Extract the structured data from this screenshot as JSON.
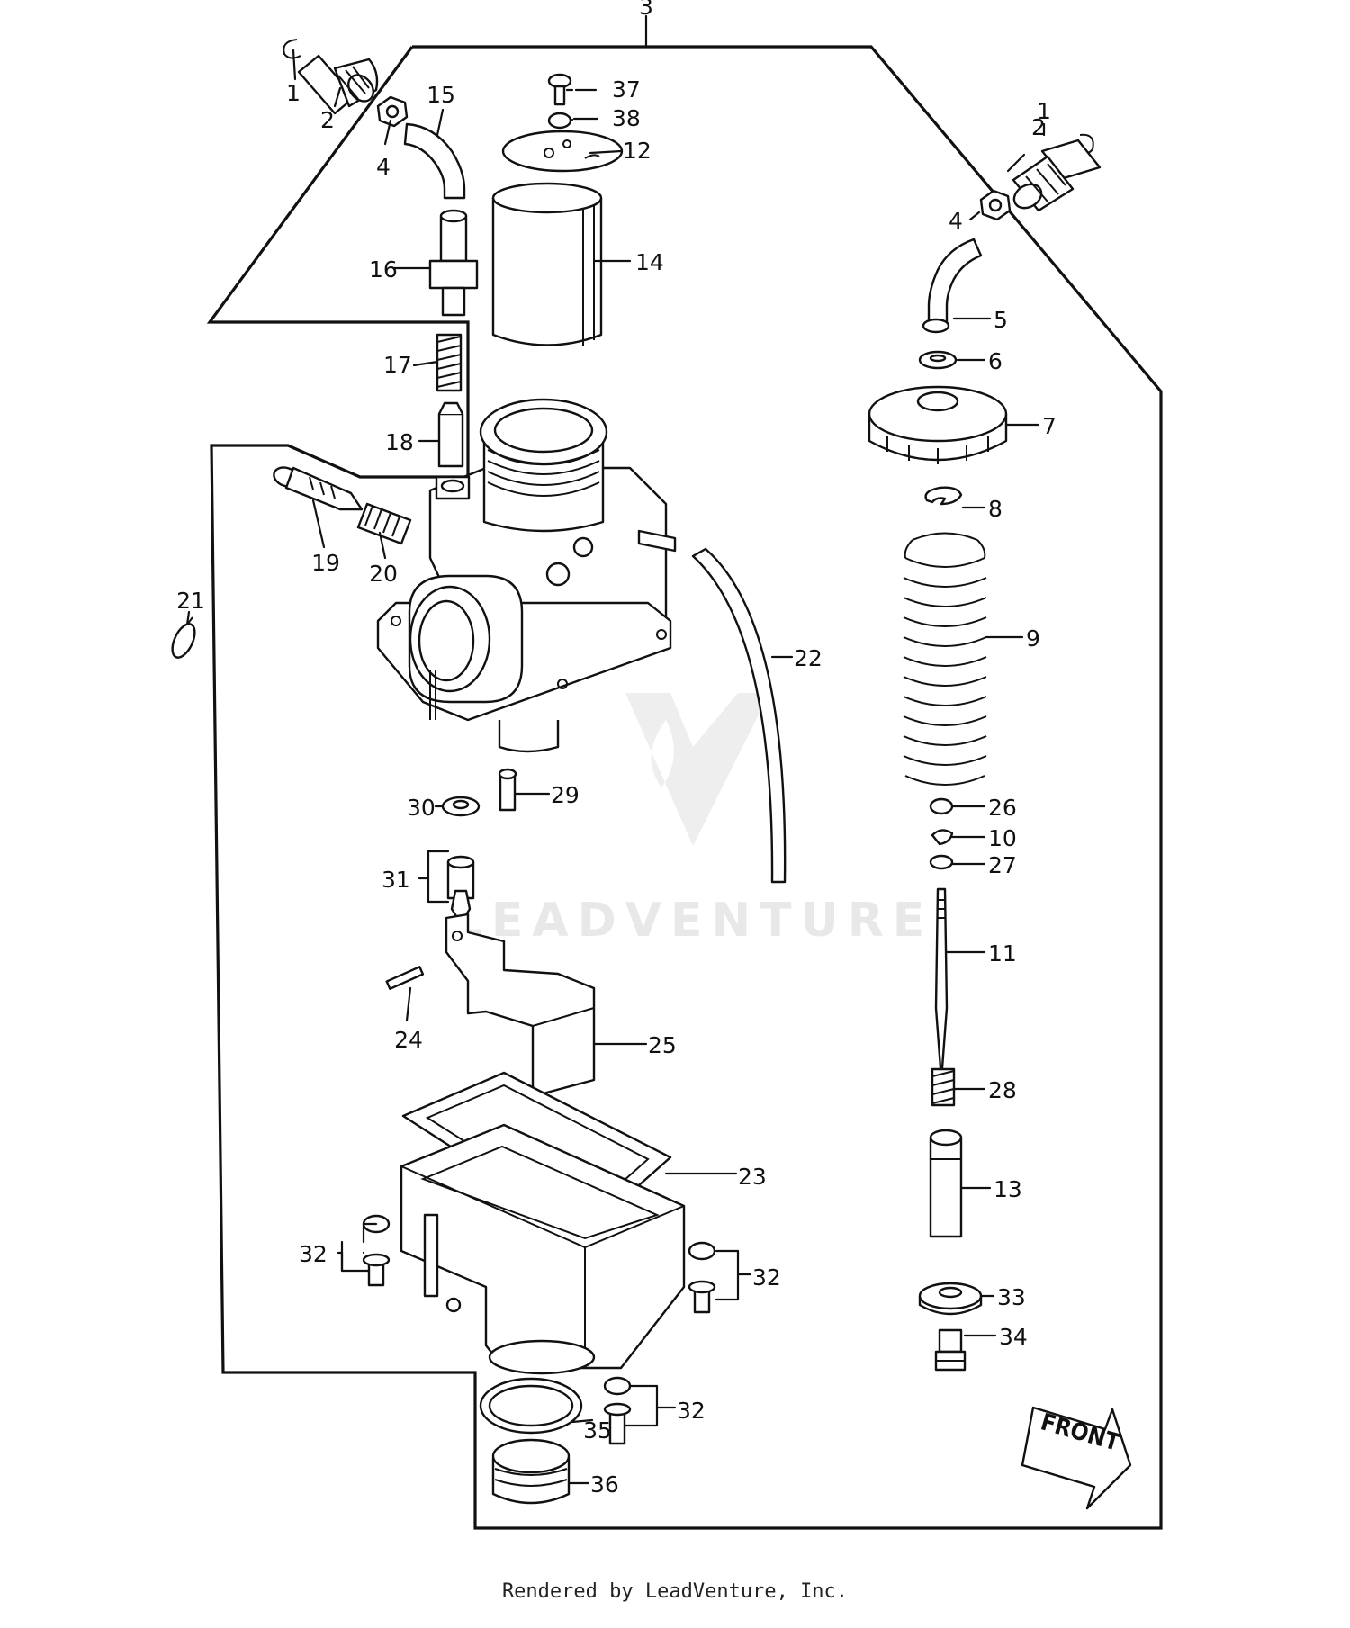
{
  "diagram": {
    "callouts": {
      "c1a": "1",
      "c1b": "1",
      "c2a": "2",
      "c2b": "2",
      "c3": "3",
      "c4a": "4",
      "c4b": "4",
      "c5": "5",
      "c6": "6",
      "c7": "7",
      "c8": "8",
      "c9": "9",
      "c10": "10",
      "c11": "11",
      "c12": "12",
      "c13": "13",
      "c14": "14",
      "c15": "15",
      "c16": "16",
      "c17": "17",
      "c18": "18",
      "c19": "19",
      "c20": "20",
      "c21": "21",
      "c22": "22",
      "c23": "23",
      "c24": "24",
      "c25": "25",
      "c26": "26",
      "c27": "27",
      "c28": "28",
      "c29": "29",
      "c30": "30",
      "c31": "31",
      "c32a": "32",
      "c32b": "32",
      "c32c": "32",
      "c33": "33",
      "c34": "34",
      "c35": "35",
      "c36": "36",
      "c37": "37",
      "c38": "38"
    },
    "front_label": "FRONT",
    "watermark": "LEADVENTURE"
  },
  "footer": "Rendered by LeadVenture, Inc."
}
